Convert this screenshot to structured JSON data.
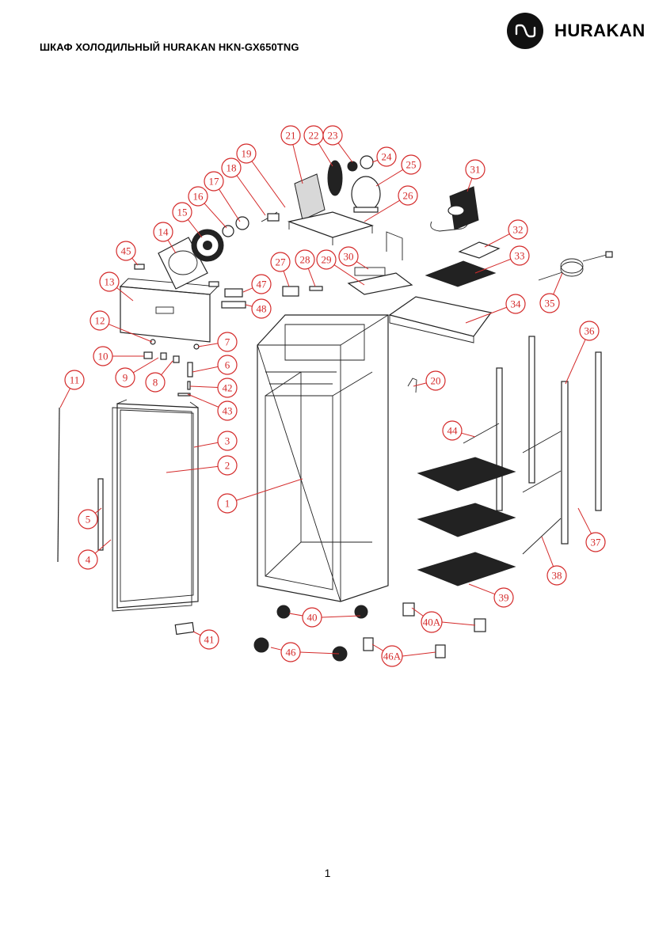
{
  "header": {
    "title": "ШКАФ ХОЛОДИЛЬНЫЙ HURAKAN HKN-GX650TNG",
    "brand": "HURAKAN",
    "logo_icon": "hurakan-logo-icon"
  },
  "callout_color": "#d42a2a",
  "callouts": [
    {
      "label": "1"
    },
    {
      "label": "2"
    },
    {
      "label": "3"
    },
    {
      "label": "4"
    },
    {
      "label": "5"
    },
    {
      "label": "6"
    },
    {
      "label": "7"
    },
    {
      "label": "8"
    },
    {
      "label": "9"
    },
    {
      "label": "10"
    },
    {
      "label": "11"
    },
    {
      "label": "12"
    },
    {
      "label": "13"
    },
    {
      "label": "14"
    },
    {
      "label": "15"
    },
    {
      "label": "16"
    },
    {
      "label": "17"
    },
    {
      "label": "18"
    },
    {
      "label": "19"
    },
    {
      "label": "20"
    },
    {
      "label": "21"
    },
    {
      "label": "22"
    },
    {
      "label": "23"
    },
    {
      "label": "24"
    },
    {
      "label": "25"
    },
    {
      "label": "26"
    },
    {
      "label": "27"
    },
    {
      "label": "28"
    },
    {
      "label": "29"
    },
    {
      "label": "30"
    },
    {
      "label": "31"
    },
    {
      "label": "32"
    },
    {
      "label": "33"
    },
    {
      "label": "34"
    },
    {
      "label": "35"
    },
    {
      "label": "36"
    },
    {
      "label": "37"
    },
    {
      "label": "38"
    },
    {
      "label": "39"
    },
    {
      "label": "40"
    },
    {
      "label": "40A"
    },
    {
      "label": "41"
    },
    {
      "label": "42"
    },
    {
      "label": "43"
    },
    {
      "label": "44"
    },
    {
      "label": "45"
    },
    {
      "label": "46"
    },
    {
      "label": "46A"
    },
    {
      "label": "47"
    },
    {
      "label": "48"
    }
  ],
  "footer": {
    "page_number": "1"
  }
}
